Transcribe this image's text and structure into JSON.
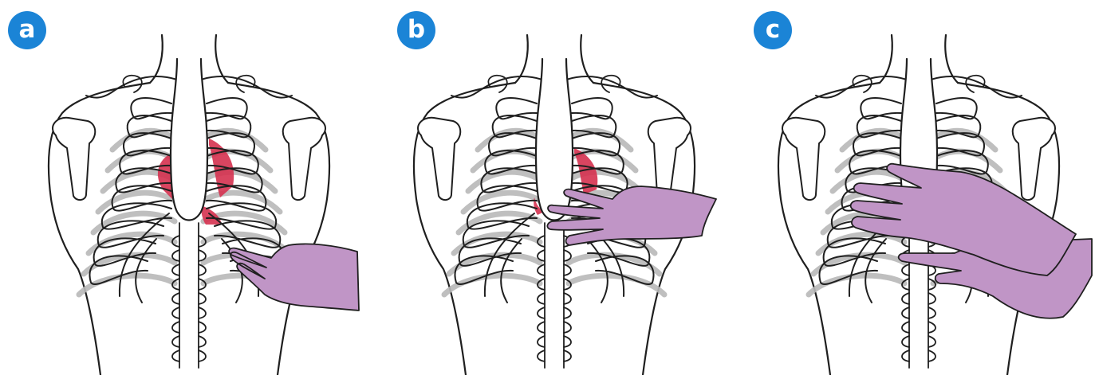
{
  "colors": {
    "badge": "#1b84d6",
    "outline": "#1f1f1f",
    "back_ribs": "#b8b8b8",
    "hand": "#c095c6",
    "highlight": "#d5314f"
  },
  "panels": [
    {
      "id": "a",
      "label": "a",
      "hand": "one-hand-lower-left-ribs",
      "highlight": "both-lower-costal-margins"
    },
    {
      "id": "b",
      "label": "b",
      "hand": "one-hand-over-lower-sternum",
      "highlight": "left-costal-margin"
    },
    {
      "id": "c",
      "label": "c",
      "hand": "two-hands-across-lower-chest",
      "highlight": "none"
    }
  ]
}
